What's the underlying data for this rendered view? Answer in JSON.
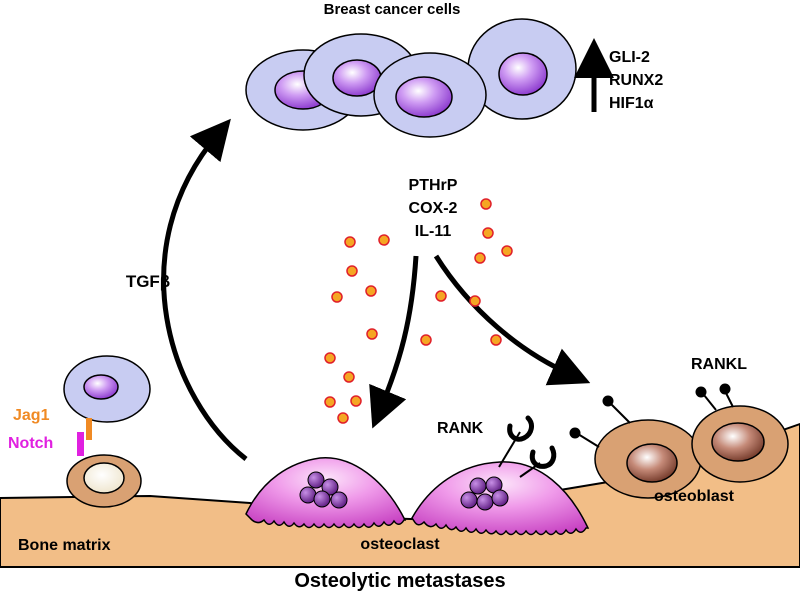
{
  "header": {
    "title": "Breast cancer cells"
  },
  "upregulated": {
    "genes": [
      "GLI-2",
      "RUNX2",
      "HIF1α"
    ]
  },
  "secreted": {
    "factors": [
      "PTHrP",
      "COX-2",
      "IL-11"
    ]
  },
  "arrows": {
    "tgf_label": "TGFβ"
  },
  "receptors": {
    "jag1": "Jag1",
    "notch": "Notch",
    "rank": "RANK",
    "rankl": "RANKL"
  },
  "cells": {
    "osteoclast": "osteoclast",
    "osteoblast": "osteoblast"
  },
  "bone": {
    "label": "Bone matrix"
  },
  "footer": {
    "title": "Osteolytic metastases"
  },
  "colors": {
    "bone_fill": "#f2be87",
    "cancer_cell_fill": "#c8ccf2",
    "nucleus_purple": "#b572e0",
    "osteoclast_pink": "#e98ae3",
    "osteoclast_nuclei": "#7a2a9a",
    "osteoblast_fill": "#d9a173",
    "dot_fill": "#f5a623",
    "dot_stroke": "#e0202a",
    "jag1_color": "#f08a24",
    "notch_color": "#e020e0"
  }
}
